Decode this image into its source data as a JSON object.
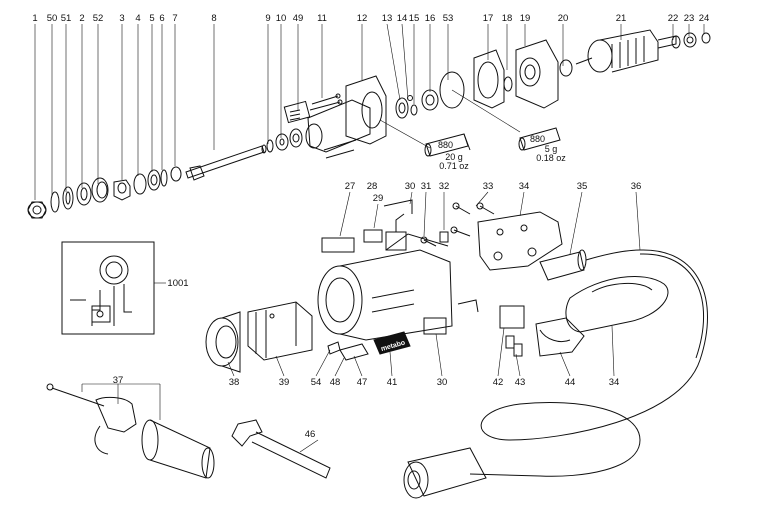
{
  "top_labels": [
    "1",
    "50",
    "51",
    "2",
    "52",
    "3",
    "4",
    "5",
    "6",
    "7",
    "8",
    "9",
    "10",
    "49",
    "11",
    "12",
    "13",
    "14",
    "15",
    "16",
    "53",
    "17",
    "18",
    "19",
    "20",
    "21",
    "22",
    "23",
    "24"
  ],
  "mid_labels": [
    "27",
    "28",
    "29",
    "30",
    "31",
    "32",
    "33",
    "34",
    "35",
    "36"
  ],
  "bottom_labels": [
    "38",
    "39",
    "54",
    "48",
    "47",
    "41",
    "30",
    "42",
    "43",
    "44",
    "34",
    "37",
    "46"
  ],
  "inset_label": "1001",
  "grease_small": {
    "tube_text": "880",
    "amount": "5 g",
    "amount_oz": "0.18 oz"
  },
  "grease_large": {
    "tube_text": "880",
    "amount": "20 g",
    "amount_oz": "0.71 oz"
  },
  "brand_label": "metabo"
}
